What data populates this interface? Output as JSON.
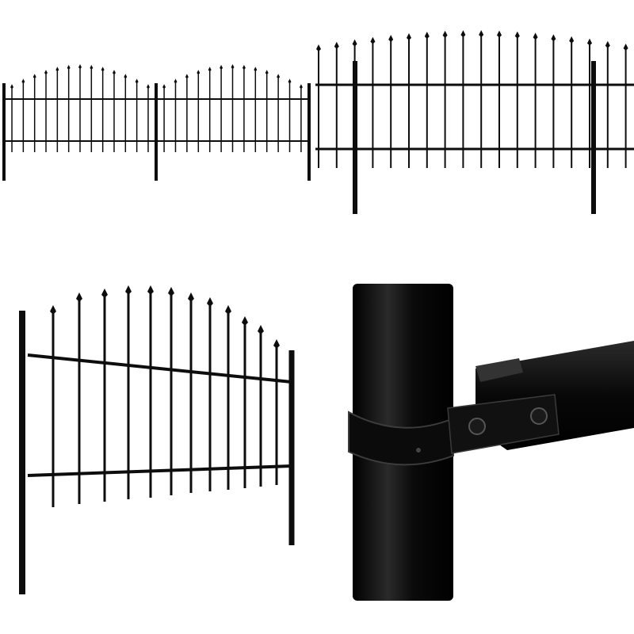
{
  "colors": {
    "background": "#ffffff",
    "fence": "#0d0d0d",
    "closeup_dark": "#050505",
    "closeup_highlight": "#3a3a3a"
  },
  "panels": [
    {
      "name": "front-view-two-sections"
    },
    {
      "name": "front-view-zoomed"
    },
    {
      "name": "perspective-view"
    },
    {
      "name": "bracket-closeup"
    }
  ]
}
